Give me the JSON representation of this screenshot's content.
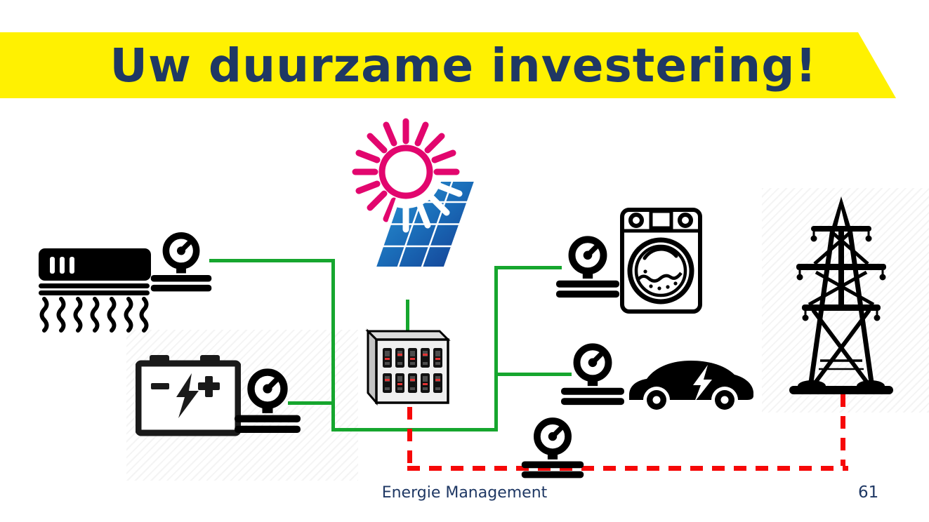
{
  "slide": {
    "title": "Uw duurzame investering!",
    "footer": "Energie Management",
    "page_number": "61"
  },
  "colors": {
    "banner_yellow": "#FFF101",
    "text_navy": "#1F3864",
    "wire_green": "#16A62E",
    "wire_red": "#F60808",
    "sun_magenta": "#E2066E",
    "panel_blue_light": "#2E9AD8",
    "panel_blue_dark": "#143A8F"
  },
  "diagram": {
    "icons": [
      {
        "name": "sun-solar-panel-icon"
      },
      {
        "name": "heater-icon"
      },
      {
        "name": "battery-icon"
      },
      {
        "name": "fuse-box-icon"
      },
      {
        "name": "washing-machine-icon"
      },
      {
        "name": "electric-car-icon"
      },
      {
        "name": "transmission-tower-icon"
      },
      {
        "name": "energy-meter-icon"
      }
    ],
    "connections": [
      {
        "from": "heater-meter",
        "to": "fuse-box",
        "style": "solid",
        "color": "green"
      },
      {
        "from": "battery-meter",
        "to": "fuse-box",
        "style": "solid",
        "color": "green"
      },
      {
        "from": "solar-panel",
        "to": "fuse-box",
        "style": "solid",
        "color": "green"
      },
      {
        "from": "fuse-box",
        "to": "washing-machine-meter",
        "style": "solid",
        "color": "green"
      },
      {
        "from": "fuse-box",
        "to": "electric-car-meter",
        "style": "solid",
        "color": "green"
      },
      {
        "from": "fuse-box",
        "to": "grid-meter-and-tower",
        "style": "dashed",
        "color": "red"
      }
    ]
  }
}
